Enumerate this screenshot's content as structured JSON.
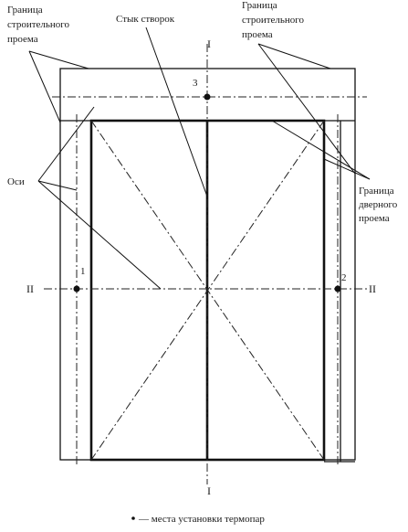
{
  "labels": {
    "top_left_opening": [
      "Граница",
      "строительного",
      "проема"
    ],
    "top_center_joint": "Стык створок",
    "top_right_opening": [
      "Граница",
      "строительного",
      "проема"
    ],
    "axes": "Оси",
    "door_opening": [
      "Граница",
      "дверного",
      "проема"
    ]
  },
  "axis_marks": {
    "vertical_top": "I",
    "vertical_bottom": "I",
    "horizontal_left": "II",
    "horizontal_right": "II"
  },
  "points": [
    "1",
    "2",
    "3"
  ],
  "legend": {
    "bullet": "•",
    "text": "— места установки термопар"
  }
}
